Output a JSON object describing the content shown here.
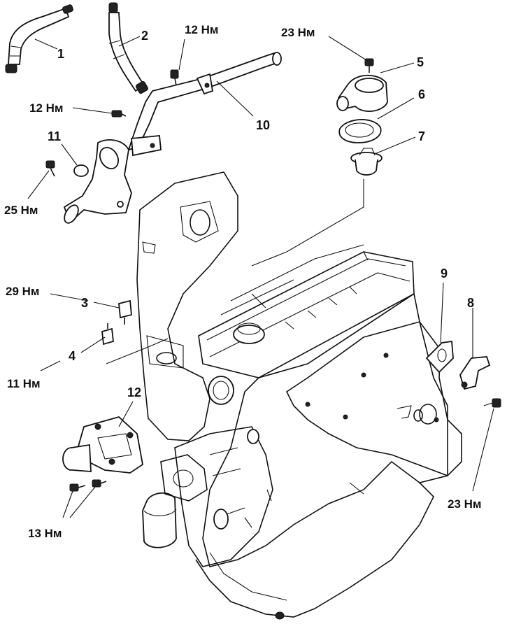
{
  "diagram": {
    "labels": {
      "n1": "1",
      "n2": "2",
      "n3": "3",
      "n4": "4",
      "n5": "5",
      "n6": "6",
      "n7": "7",
      "n8": "8",
      "n9": "9",
      "n10": "10",
      "n11": "11",
      "n12": "12",
      "torque_12a": "12 Нм",
      "torque_12b": "12 Нм",
      "torque_23a": "23 Нм",
      "torque_25": "25 Нм",
      "torque_29": "29 Нм",
      "torque_11": "11 Нм",
      "torque_13": "13 Нм",
      "torque_23b": "23 Нм"
    }
  }
}
